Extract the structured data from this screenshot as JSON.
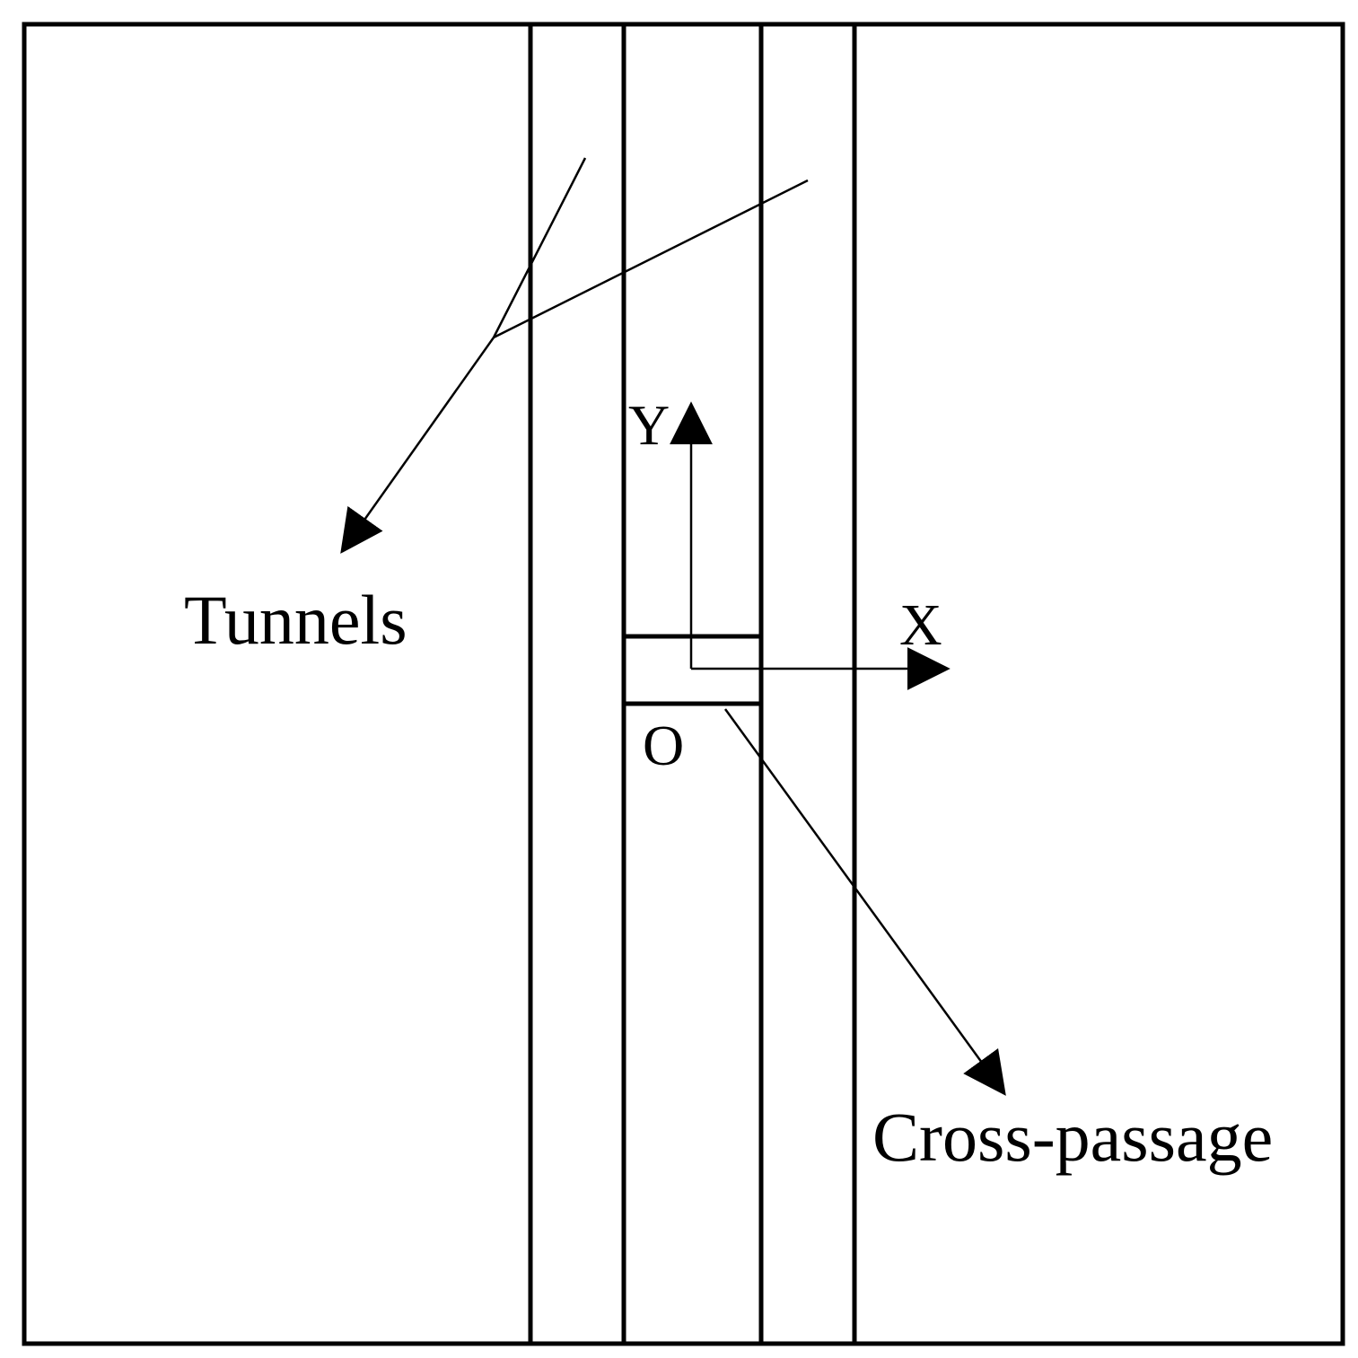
{
  "labels": {
    "tunnels": "Tunnels",
    "cross_passage": "Cross-passage",
    "axis_x": "X",
    "axis_y": "Y",
    "origin": "O"
  },
  "colors": {
    "background": "#ffffff",
    "stroke": "#000000"
  }
}
